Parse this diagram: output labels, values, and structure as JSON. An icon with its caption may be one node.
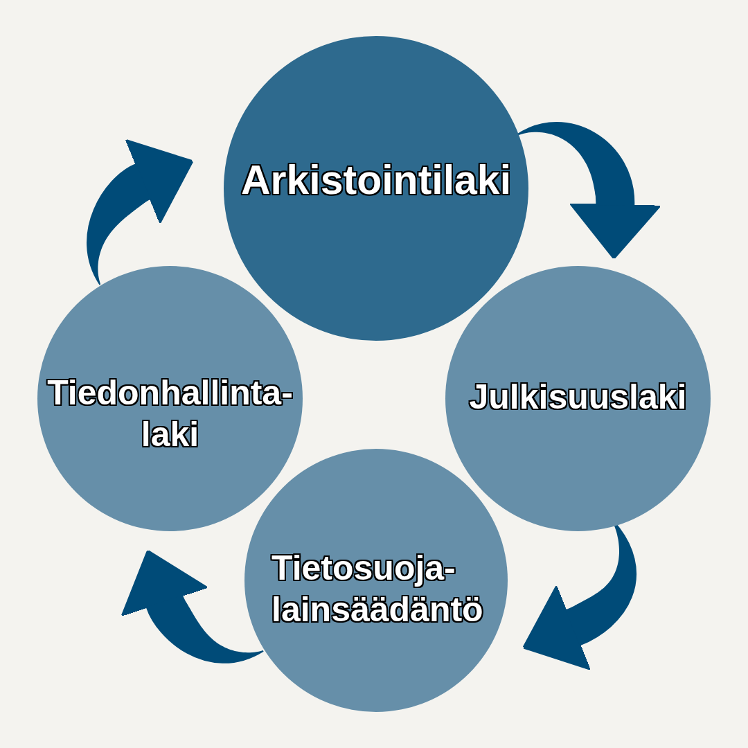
{
  "diagram": {
    "nodes": [
      {
        "text": [
          "Arkistointilaki"
        ]
      },
      {
        "text": [
          "Tiedonhallinta- laki"
        ]
      },
      {
        "text": [
          "Julkisuuslaki"
        ]
      },
      {
        "text": [
          "Tietosuoja- lainsäädäntö"
        ]
      }
    ],
    "edges": [
      {
        "from": 0,
        "to": 2,
        "arrow": "to"
      },
      {
        "from": 2,
        "to": 3,
        "arrow": "to"
      },
      {
        "from": 3,
        "to": 1,
        "arrow": "to"
      },
      {
        "from": 1,
        "to": 0,
        "arrow": "to"
      }
    ]
  }
}
